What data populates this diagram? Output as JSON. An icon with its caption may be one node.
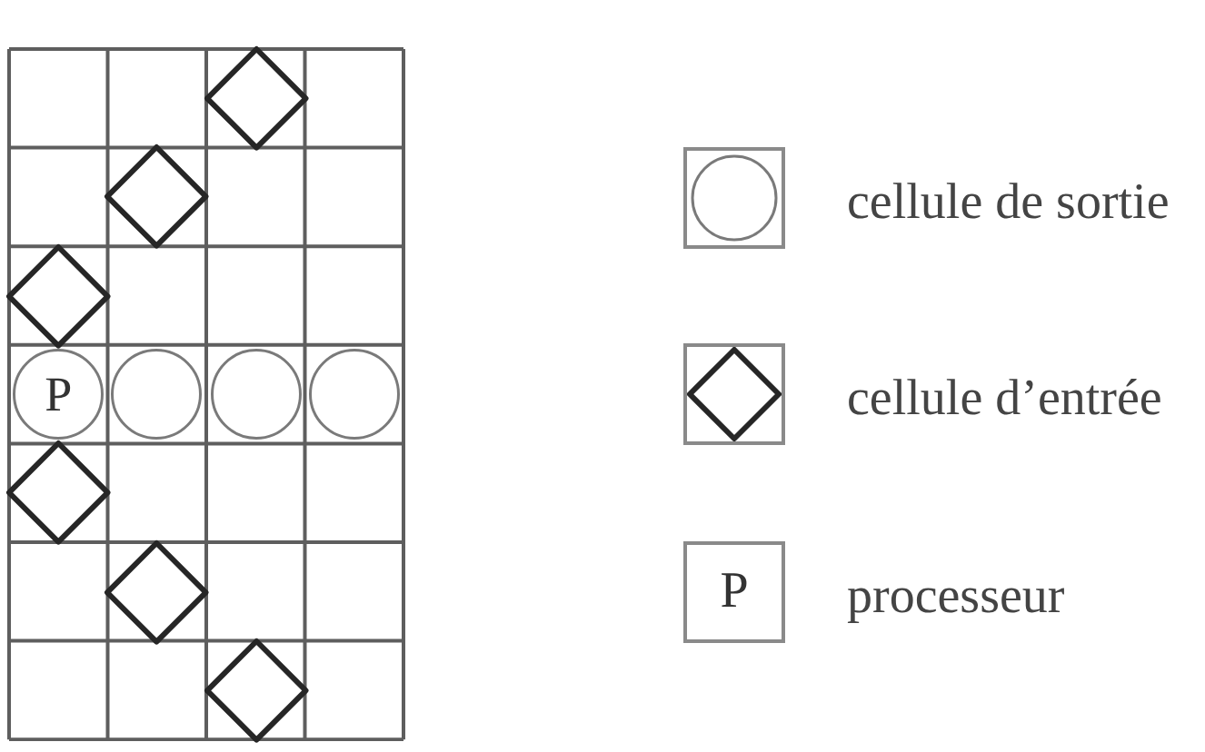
{
  "diagram": {
    "nodes": [
      {
        "text": [],
        "shape": "diamond"
      },
      {
        "text": [],
        "shape": "diamond"
      },
      {
        "text": [],
        "shape": "diamond"
      },
      {
        "text": [
          "P"
        ]
      },
      {
        "text": [],
        "shape": "circle"
      },
      {
        "text": [],
        "shape": "circle"
      },
      {
        "text": [],
        "shape": "circle"
      },
      {
        "text": [],
        "shape": "diamond"
      },
      {
        "text": [],
        "shape": "diamond"
      },
      {
        "text": [],
        "shape": "diamond"
      }
    ],
    "labels": [
      "P"
    ],
    "legend": [
      {
        "text": "cellule de sortie"
      },
      {
        "text": "cellule d’entrée"
      },
      {
        "text": "processeur"
      }
    ]
  }
}
